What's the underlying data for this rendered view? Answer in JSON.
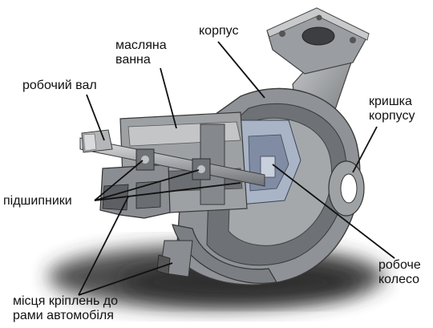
{
  "labels": {
    "housing": "корпус",
    "oil_bath": "масляна\nванна",
    "shaft": "робочий вал",
    "cover": "кришка\nкорпусу",
    "bearings": "підшипники",
    "impeller": "робоче\nколесо",
    "mounts": "місця кріплень до\nрами автомобіля"
  },
  "colors": {
    "metal_light": "#b9bbbe",
    "metal_mid": "#8e9195",
    "metal_dark": "#5d6064",
    "shadow": "#3a3a3a",
    "inner_blue": "#a9b4c6",
    "leader": "#111111"
  }
}
